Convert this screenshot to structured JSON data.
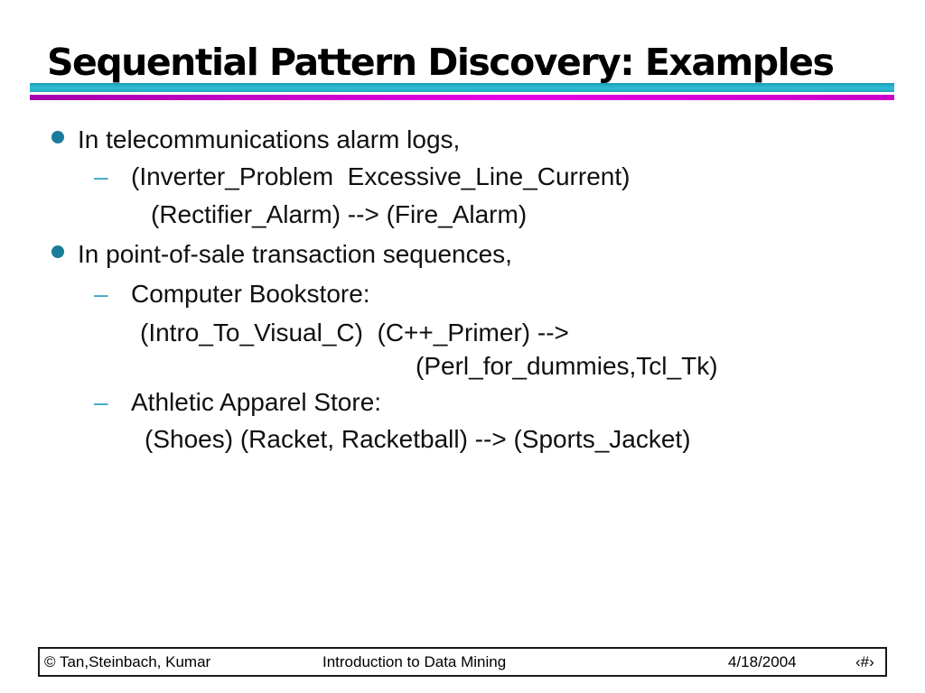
{
  "title": "Sequential Pattern Discovery: Examples",
  "colors": {
    "divider_teal": "#23aec8",
    "divider_magenta": "#d800d8",
    "bullet_dot": "#1b7b9b",
    "dash_marker": "#3fa6c6",
    "text": "#101010"
  },
  "body": {
    "dash_glyph": "–",
    "lines": [
      {
        "level": "bullet",
        "text": "In telecommunications alarm logs,"
      },
      {
        "level": "dash",
        "text": "(Inverter_Problem  Excessive_Line_Current)"
      },
      {
        "level": "plain",
        "text": "(Rectifier_Alarm) --> (Fire_Alarm)"
      },
      {
        "level": "bullet",
        "text": "In point-of-sale transaction sequences,"
      },
      {
        "level": "dash",
        "text": "Computer Bookstore:"
      },
      {
        "level": "plain",
        "text": "(Intro_To_Visual_C)  (C++_Primer) -->"
      },
      {
        "level": "plain",
        "text": "(Perl_for_dummies,Tcl_Tk)"
      },
      {
        "level": "dash",
        "text": "Athletic Apparel Store:"
      },
      {
        "level": "plain",
        "text": "(Shoes) (Racket, Racketball) --> (Sports_Jacket)"
      }
    ]
  },
  "footer": {
    "copyright": "© Tan,Steinbach, Kumar",
    "book_title": "Introduction to Data Mining",
    "date": "4/18/2004",
    "page": "‹#›"
  }
}
